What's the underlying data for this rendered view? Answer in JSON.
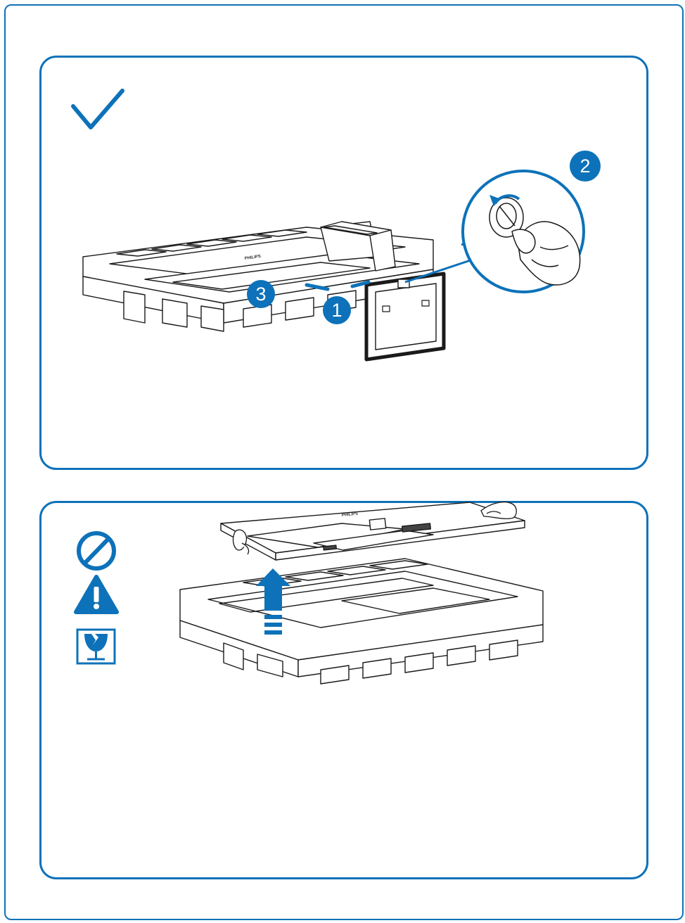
{
  "colors": {
    "accent": "#0d72b9",
    "line": "#1a1a1a",
    "fill": "#ffffff"
  },
  "top_panel": {
    "status_icon": "checkmark-icon",
    "steps": [
      {
        "number": "1"
      },
      {
        "number": "2"
      },
      {
        "number": "3"
      }
    ],
    "brand": "PHILIPS"
  },
  "bottom_panel": {
    "warning_icons": [
      "prohibited-icon",
      "warning-triangle-icon",
      "fragile-glass-icon"
    ],
    "brand": "PHILIPS",
    "lift_arrow_icon": "arrow-up-icon"
  }
}
